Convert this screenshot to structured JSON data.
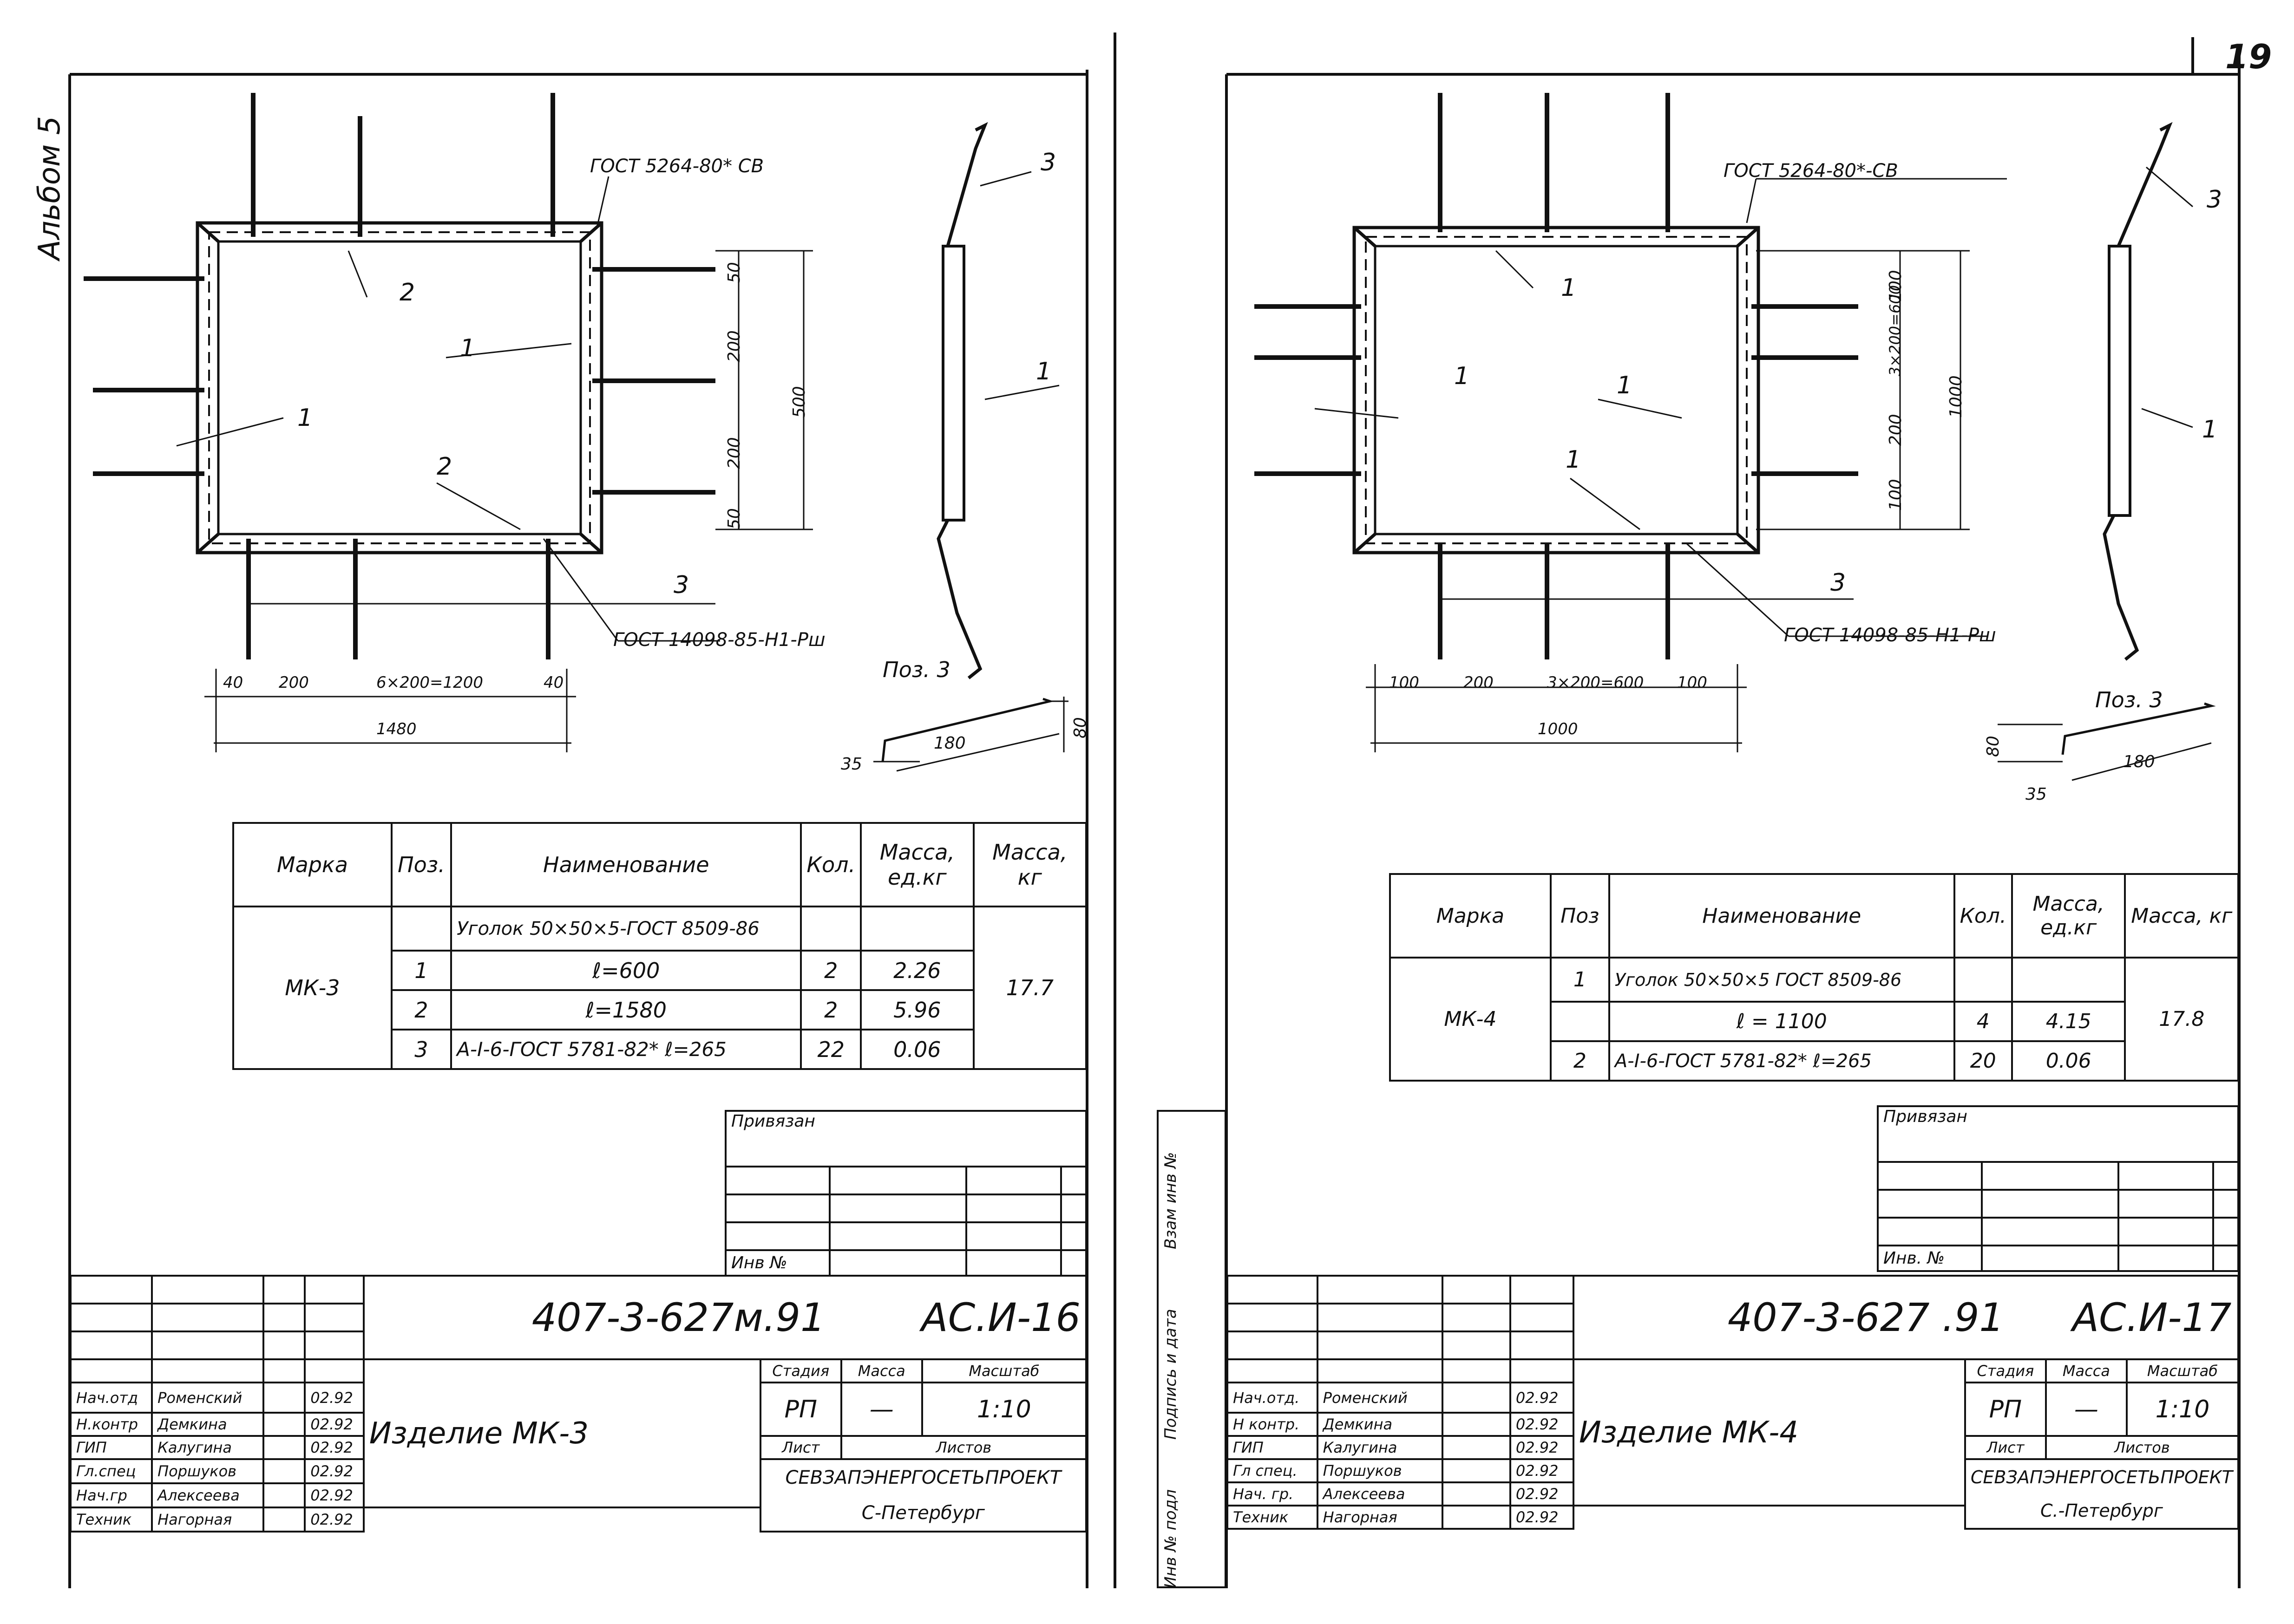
{
  "page_number": "19",
  "album_label": "Альбом 5",
  "sheets": [
    {
      "gost_weld_top": "ГОСТ 5264-80* СВ",
      "gost_weld_bottom": "ГОСТ 14098-85-Н1-Рш",
      "callouts": [
        "1",
        "1",
        "2",
        "2",
        "3"
      ],
      "pos3_callouts": [
        "3",
        "1"
      ],
      "dims": {
        "d50a": "50",
        "d200a": "200",
        "d500": "500",
        "d200b": "200",
        "d50b": "50",
        "b40a": "40",
        "b200": "200",
        "b6x200": "6×200=1200",
        "b40b": "40",
        "b1480": "1480"
      },
      "pos3": {
        "title": "Поз. 3",
        "d80": "80",
        "d180": "180",
        "d35": "35"
      },
      "spec": {
        "headers": {
          "mark": "Марка",
          "pos": "Поз.",
          "name": "Наименование",
          "qty": "Кол.",
          "unit_mass": "Масса, ед.кг",
          "mass": "Масса, кг"
        },
        "mark": "МК-3",
        "rows": [
          {
            "pos": "",
            "name": "Уголок 50×50×5-ГОСТ 8509-86",
            "qty": "",
            "unit": ""
          },
          {
            "pos": "1",
            "name": "ℓ=600",
            "qty": "2",
            "unit": "2.26"
          },
          {
            "pos": "2",
            "name": "ℓ=1580",
            "qty": "2",
            "unit": "5.96"
          },
          {
            "pos": "3",
            "name": "А-I-6-ГОСТ 5781-82*  ℓ=265",
            "qty": "22",
            "unit": "0.06"
          }
        ],
        "total": "17.7"
      },
      "bound_label": "Привязан",
      "inv_label": "Инв №",
      "tb": {
        "code": "407-3-627м.91",
        "sheet_code": "АС.И-16",
        "title": "Изделие МК-3",
        "stage_h": "Стадия",
        "mass_h": "Масса",
        "scale_h": "Масштаб",
        "stage": "РП",
        "mass": "—",
        "scale": "1:10",
        "sheet_h": "Лист",
        "sheets_h": "Листов",
        "org": "СЕВЗАПЭНЕРГОСЕТЬПРОЕКТ",
        "city": "С-Петербург",
        "staff": [
          {
            "role": "Нач.отд",
            "name": "Роменский",
            "date": "02.92"
          },
          {
            "role": "Н.контр",
            "name": "Демкина",
            "date": "02.92"
          },
          {
            "role": "ГИП",
            "name": "Калугина",
            "date": "02.92"
          },
          {
            "role": "Гл.спец",
            "name": "Поршуков",
            "date": "02.92"
          },
          {
            "role": "Нач.гр",
            "name": "Алексеева",
            "date": "02.92"
          },
          {
            "role": "Техник",
            "name": "Нагорная",
            "date": "02.92"
          }
        ]
      }
    },
    {
      "gost_weld_top": "ГОСТ 5264-80*-СВ",
      "gost_weld_bottom": "ГОСТ 14098-85-Н1-Рш",
      "callouts": [
        "1",
        "1",
        "1",
        "1",
        "3"
      ],
      "pos3_callouts": [
        "3",
        "1"
      ],
      "dims": {
        "d100a": "100",
        "d3x200": "3×200=600",
        "d1000v": "1000",
        "d200": "200",
        "d100b": "100",
        "b100a": "100",
        "b200": "200",
        "b3x200": "3×200=600",
        "b100b": "100",
        "b1000": "1000"
      },
      "pos3": {
        "title": "Поз. 3",
        "d80": "80",
        "d180": "180",
        "d35": "35"
      },
      "spec": {
        "headers": {
          "mark": "Марка",
          "pos": "Поз",
          "name": "Наименование",
          "qty": "Кол.",
          "unit_mass": "Масса, ед.кг",
          "mass": "Масса, кг"
        },
        "mark": "МК-4",
        "rows": [
          {
            "pos": "1",
            "name": "Уголок 50×50×5 ГОСТ 8509-86",
            "qty": "",
            "unit": ""
          },
          {
            "pos": "",
            "name": "ℓ = 1100",
            "qty": "4",
            "unit": "4.15"
          },
          {
            "pos": "2",
            "name": "А-I-6-ГОСТ 5781-82*  ℓ=265",
            "qty": "20",
            "unit": "0.06"
          }
        ],
        "total": "17.8"
      },
      "bound_label": "Привязан",
      "inv_label": "Инв. №",
      "side_labels": [
        "Взам инв №",
        "Подпись и дата",
        "Инв № подл"
      ],
      "tb": {
        "code": "407-3-627 .91",
        "sheet_code": "АС.И-17",
        "title": "Изделие МК-4",
        "stage_h": "Стадия",
        "mass_h": "Масса",
        "scale_h": "Масштаб",
        "stage": "РП",
        "mass": "—",
        "scale": "1:10",
        "sheet_h": "Лист",
        "sheets_h": "Листов",
        "org": "СЕВЗАПЭНЕРГОСЕТЬПРОЕКТ",
        "city": "С.-Петербург",
        "staff": [
          {
            "role": "Нач.отд.",
            "name": "Роменский",
            "date": "02.92"
          },
          {
            "role": "Н контр.",
            "name": "Демкина",
            "date": "02.92"
          },
          {
            "role": "ГИП",
            "name": "Калугина",
            "date": "02.92"
          },
          {
            "role": "Гл спец.",
            "name": "Поршуков",
            "date": "02.92"
          },
          {
            "role": "Нач. гр.",
            "name": "Алексеева",
            "date": "02.92"
          },
          {
            "role": "Техник",
            "name": "Нагорная",
            "date": "02.92"
          }
        ]
      }
    }
  ]
}
